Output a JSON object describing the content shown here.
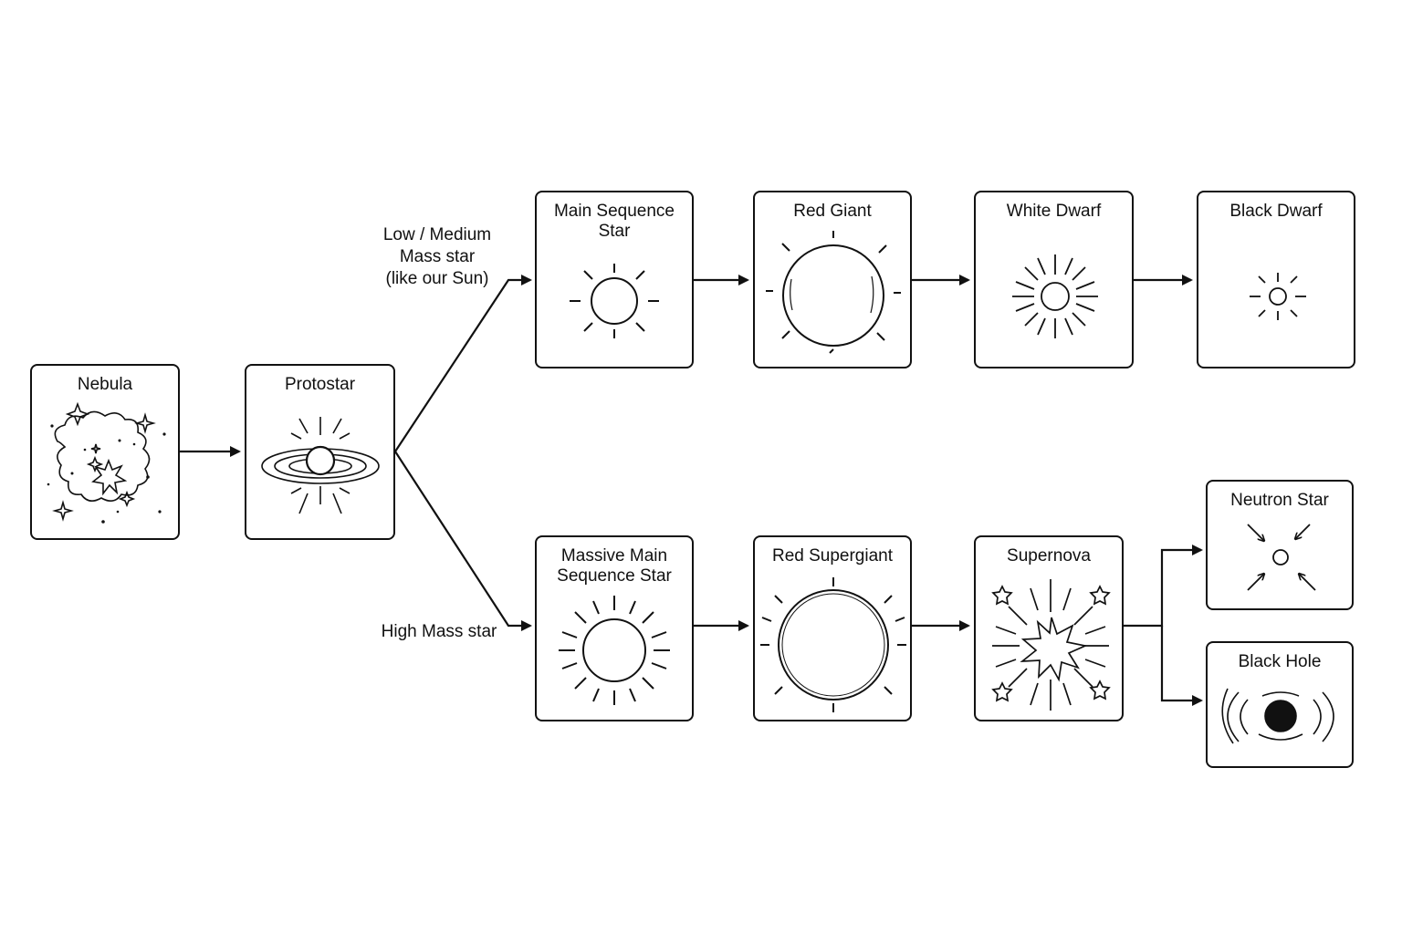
{
  "stages": {
    "nebula": {
      "label": "Nebula",
      "icon": "nebula-icon"
    },
    "protostar": {
      "label": "Protostar",
      "icon": "protostar-icon"
    },
    "main_sequence": {
      "label": "Main Sequence\nStar",
      "icon": "sun-icon"
    },
    "red_giant": {
      "label": "Red Giant",
      "icon": "red-giant-icon"
    },
    "white_dwarf": {
      "label": "White Dwarf",
      "icon": "white-dwarf-icon"
    },
    "black_dwarf": {
      "label": "Black Dwarf",
      "icon": "black-dwarf-icon"
    },
    "massive_main_sequence": {
      "label": "Massive Main\nSequence Star",
      "icon": "massive-sun-icon"
    },
    "red_supergiant": {
      "label": "Red Supergiant",
      "icon": "red-supergiant-icon"
    },
    "supernova": {
      "label": "Supernova",
      "icon": "supernova-icon"
    },
    "neutron_star": {
      "label": "Neutron Star",
      "icon": "neutron-star-icon"
    },
    "black_hole": {
      "label": "Black Hole",
      "icon": "black-hole-icon"
    }
  },
  "branches": {
    "low_mass": "Low / Medium\nMass star\n(like our Sun)",
    "high_mass": "High Mass star"
  },
  "colors": {
    "stroke": "#111111",
    "background": "#ffffff"
  }
}
